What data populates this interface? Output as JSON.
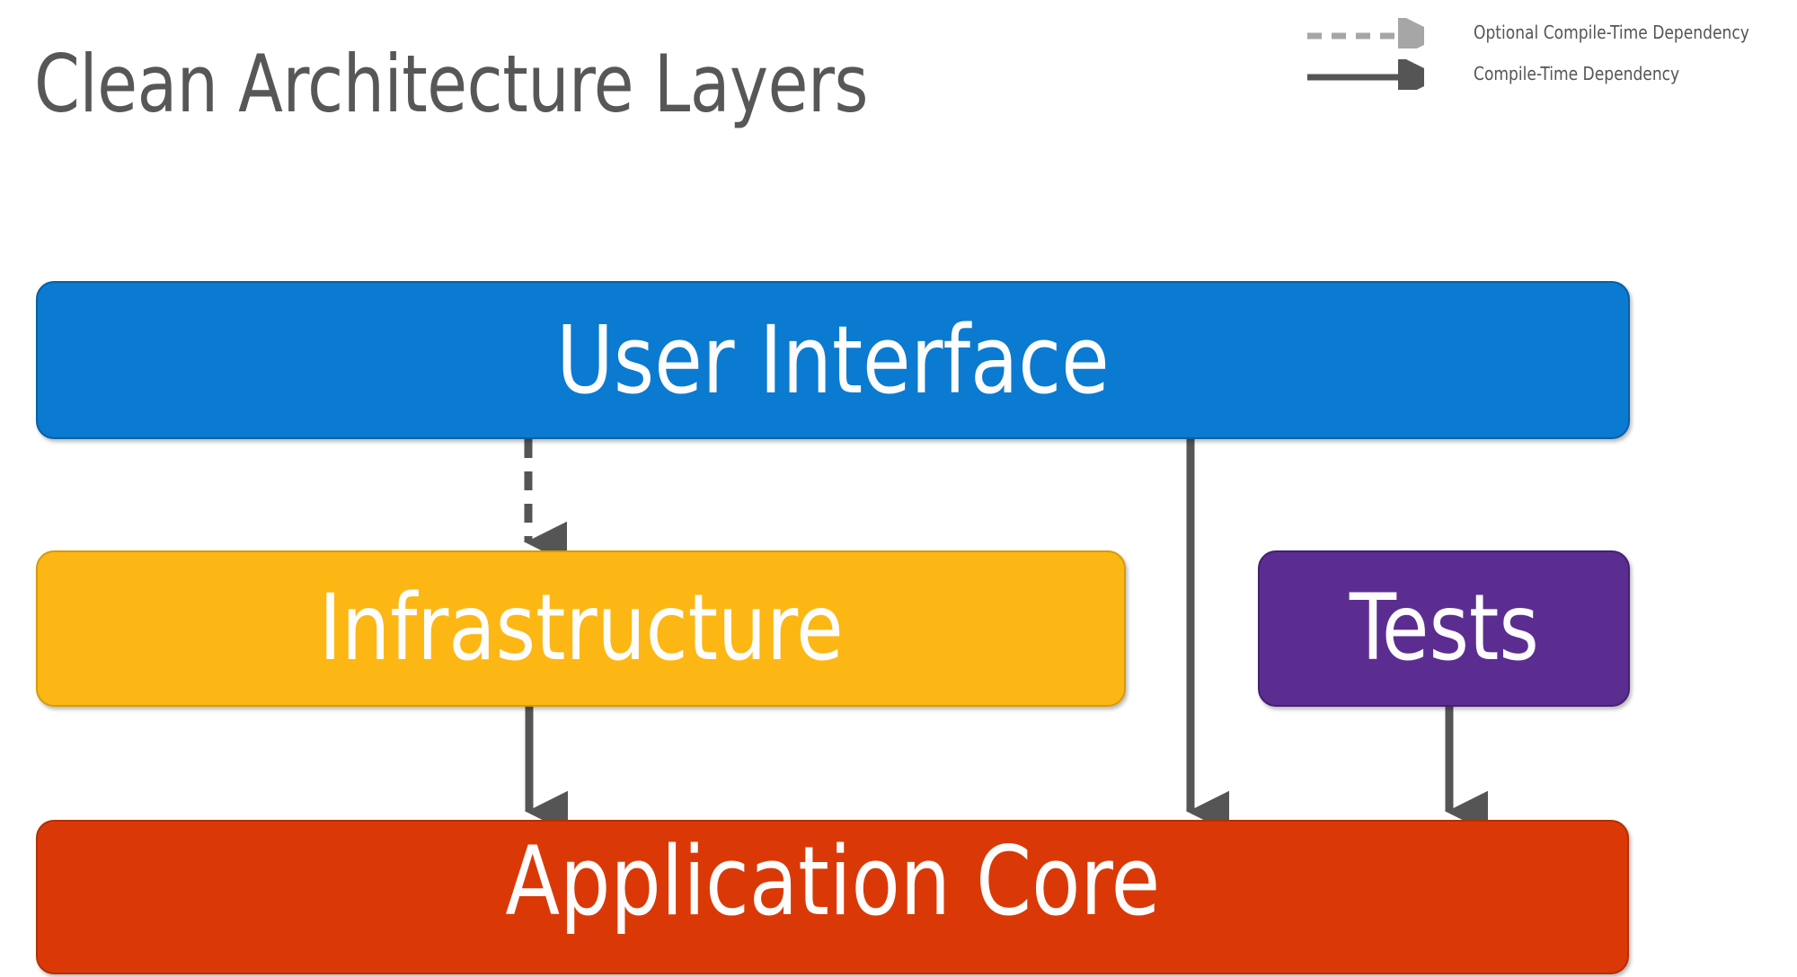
{
  "diagram": {
    "title": "Clean Architecture Layers",
    "legend": [
      {
        "style": "dashed",
        "color": "#A6A6A6",
        "label": "Optional Compile-Time Dependency",
        "icon": "dashed-arrow-icon"
      },
      {
        "style": "solid",
        "color": "#555555",
        "label": "Compile-Time Dependency",
        "icon": "solid-arrow-icon"
      }
    ],
    "layers": [
      {
        "id": "user-interface",
        "label": "User Interface",
        "color": "#0B7AD1",
        "border": "#0A5FA3",
        "text_color": "#FDFDFD"
      },
      {
        "id": "infrastructure",
        "label": "Infrastructure",
        "color": "#FDB714",
        "border": "#D59A0C",
        "text_color": "#FDFDFD"
      },
      {
        "id": "tests",
        "label": "Tests",
        "color": "#5C2D91",
        "border": "#442070",
        "text_color": "#FDFDFD"
      },
      {
        "id": "application-core",
        "label": "Application Core",
        "color": "#DA3907",
        "border": "#B32F06",
        "text_color": "#FDFDFD"
      }
    ],
    "connections": [
      {
        "id": "ui-to-infrastructure",
        "from": "user-interface",
        "to": "infrastructure",
        "style": "dashed",
        "kind": "Optional Compile-Time Dependency"
      },
      {
        "id": "ui-to-core",
        "from": "user-interface",
        "to": "application-core",
        "style": "solid",
        "kind": "Compile-Time Dependency"
      },
      {
        "id": "infrastructure-to-core",
        "from": "infrastructure",
        "to": "application-core",
        "style": "solid",
        "kind": "Compile-Time Dependency"
      },
      {
        "id": "tests-to-core",
        "from": "tests",
        "to": "application-core",
        "style": "solid",
        "kind": "Compile-Time Dependency"
      }
    ],
    "arrow_color": "#555555",
    "title_color": "#575757",
    "background": "#FFFFFF"
  }
}
